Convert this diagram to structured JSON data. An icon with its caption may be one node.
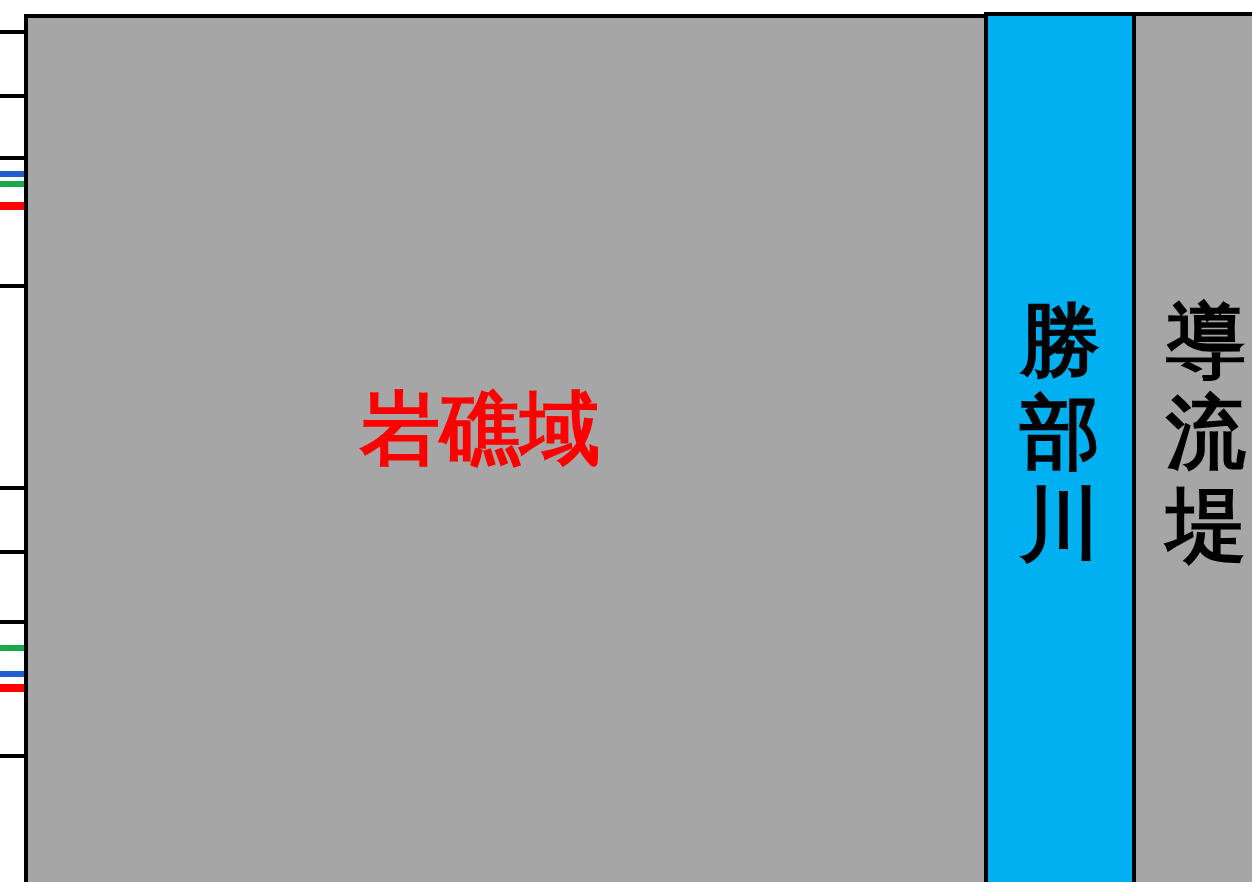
{
  "diagram": {
    "nodes": [
      {
        "text": [
          "岩礁域"
        ]
      },
      {
        "text": [
          "勝部川"
        ]
      },
      {
        "text": [
          "導流堤"
        ]
      }
    ]
  }
}
